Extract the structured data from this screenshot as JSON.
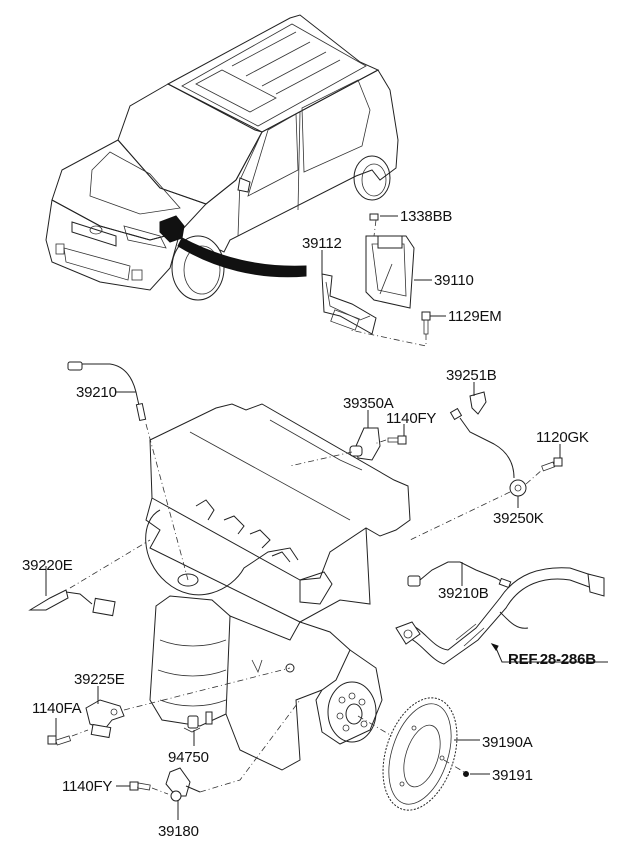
{
  "diagram": {
    "title": "Engine Control / Sensors Parts Diagram",
    "vehicle": "Compact crossover (front 3/4 view)",
    "parts": [
      {
        "id": "1338BB",
        "label": "1338BB",
        "component": "ECU clip"
      },
      {
        "id": "39112",
        "label": "39112",
        "component": "ECU bracket"
      },
      {
        "id": "39110",
        "label": "39110",
        "component": "Engine control module"
      },
      {
        "id": "1129EM",
        "label": "1129EM",
        "component": "Bolt"
      },
      {
        "id": "39210",
        "label": "39210",
        "component": "Oxygen sensor (front)"
      },
      {
        "id": "39251B",
        "label": "39251B",
        "component": "Knock sensor clip"
      },
      {
        "id": "39350A",
        "label": "39350A",
        "component": "Camshaft position sensor"
      },
      {
        "id": "1140FY_a",
        "label": "1140FY",
        "component": "Bolt"
      },
      {
        "id": "1120GK",
        "label": "1120GK",
        "component": "Bolt"
      },
      {
        "id": "39250K",
        "label": "39250K",
        "component": "Knock sensor"
      },
      {
        "id": "39220E",
        "label": "39220E",
        "component": "Coolant temperature sensor"
      },
      {
        "id": "39210B",
        "label": "39210B",
        "component": "Oxygen sensor (rear)"
      },
      {
        "id": "REF",
        "label": "REF.28-286B",
        "component": "Exhaust pipe reference"
      },
      {
        "id": "39225E",
        "label": "39225E",
        "component": "Sensor bracket"
      },
      {
        "id": "1140FA",
        "label": "1140FA",
        "component": "Bolt"
      },
      {
        "id": "94750",
        "label": "94750",
        "component": "Oil pressure switch"
      },
      {
        "id": "39190A",
        "label": "39190A",
        "component": "Target wheel"
      },
      {
        "id": "39191",
        "label": "39191",
        "component": "Screw"
      },
      {
        "id": "1140FY_b",
        "label": "1140FY",
        "component": "Bolt"
      },
      {
        "id": "39180",
        "label": "39180",
        "component": "Crankshaft position sensor"
      }
    ]
  },
  "labels": {
    "l1338BB": "1338BB",
    "l39112": "39112",
    "l39110": "39110",
    "l1129EM": "1129EM",
    "l39210": "39210",
    "l39251B": "39251B",
    "l39350A": "39350A",
    "l1140FY_a": "1140FY",
    "l1120GK": "1120GK",
    "l39250K": "39250K",
    "l39220E": "39220E",
    "l39210B": "39210B",
    "lREF": "REF.28-286B",
    "l39225E": "39225E",
    "l1140FA": "1140FA",
    "l94750": "94750",
    "l39190A": "39190A",
    "l39191": "39191",
    "l1140FY_b": "1140FY",
    "l39180": "39180"
  }
}
